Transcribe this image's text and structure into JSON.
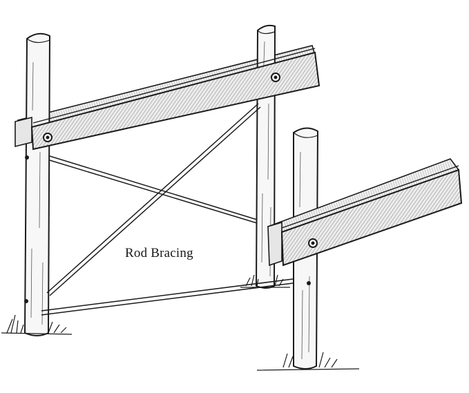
{
  "figure": {
    "label": "Rod Bracing",
    "colors": {
      "ink": "#1a1a1a",
      "background": "#ffffff",
      "post_fill": "#f7f7f7",
      "rail_fill": "#e9e9e9",
      "hatch": "#8a8a8a"
    },
    "parts": [
      "post",
      "rail",
      "rod",
      "bolt",
      "grass"
    ]
  }
}
